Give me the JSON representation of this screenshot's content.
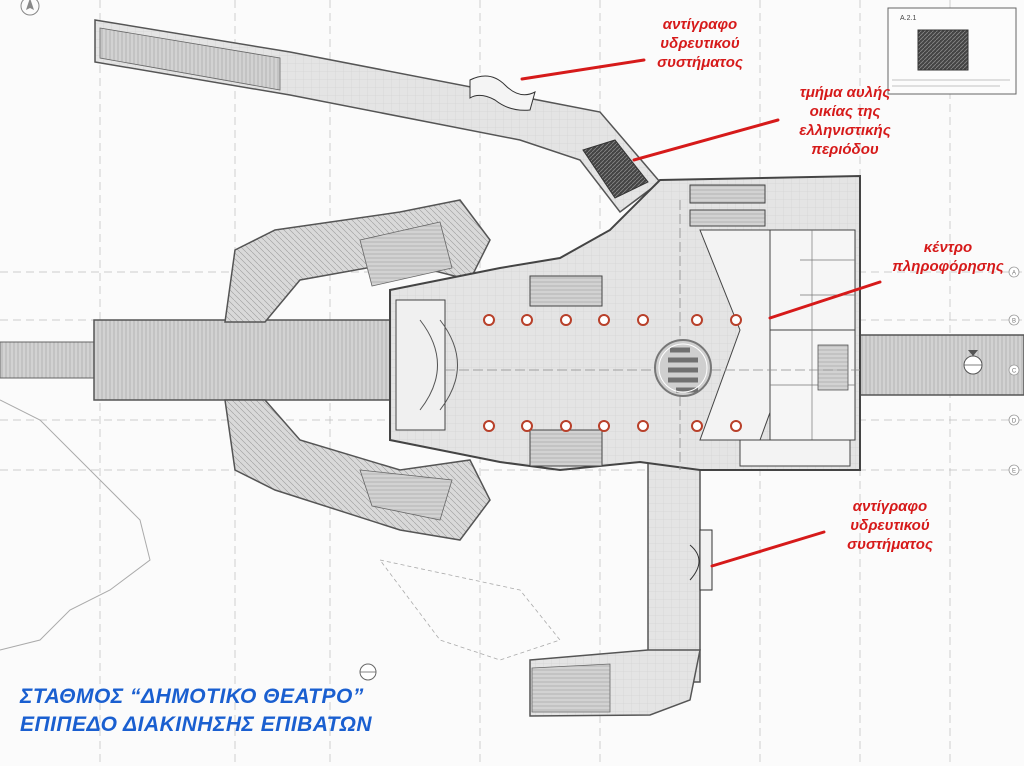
{
  "annotations": {
    "water_system_copy_top": "αντίγραφο\nυδρευτικού\nσυστήματος",
    "hellenistic_courtyard": "τμήμα αυλής\nοικίας της\nελληνιστικής\nπεριόδου",
    "info_center": "κέντρο\nπληροφόρησης",
    "water_system_copy_bottom": "αντίγραφο\nυδρευτικού\nσυστήματος"
  },
  "title": {
    "line1": "ΣΤΑΘΜΟΣ “ΔΗΜΟΤΙΚΟ ΘΕΑΤΡΟ”",
    "line2": "ΕΠΙΠΕΔΟ ΔΙΑΚΙΝΗΣΗΣ ΕΠΙΒΑΤΩΝ"
  },
  "inset": {
    "sheet_label": "Α.2.1"
  },
  "grid_labels": [
    "A",
    "B",
    "C",
    "D",
    "E"
  ],
  "colors": {
    "annotation": "#d61a1a",
    "title": "#1a5fd0",
    "wall": "#5a5a5a",
    "concourse": "#e2e2e2",
    "tunnel": "#d0d0d0",
    "column": "#b8402a",
    "leader": "#d61a1a"
  }
}
